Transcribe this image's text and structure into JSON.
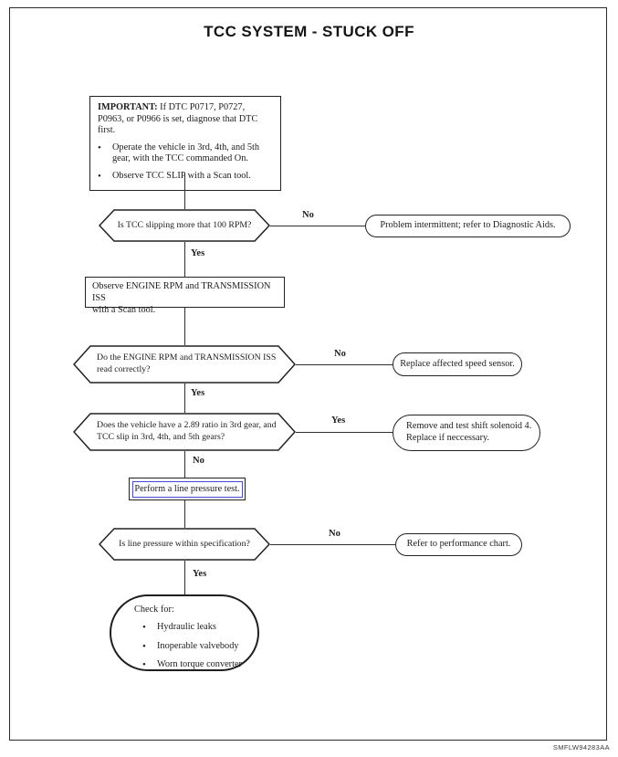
{
  "title": "TCC SYSTEM - STUCK OFF",
  "doc_code": "SMFLW94283AA",
  "labels": {
    "yes": "Yes",
    "no": "No"
  },
  "important": {
    "heading": "IMPORTANT:",
    "text": " If DTC P0717, P0727, P0963, or P0966 is set, diagnose that DTC first.",
    "bullets": [
      "Operate the vehicle in 3rd, 4th, and 5th gear, with the TCC commanded On.",
      "Observe TCC SLIP with a Scan tool."
    ]
  },
  "nodes": {
    "decision_tcc_slip": {
      "line1": "Is TCC slipping more that 100 RPM?"
    },
    "action_intermittent": "Problem intermittent; refer to Diagnostic Aids.",
    "process_observe": {
      "line1": "Observe ENGINE RPM and TRANSMISSION ISS",
      "line2": "with a Scan tool."
    },
    "decision_read_correctly": {
      "line1": "Do the ENGINE RPM and TRANSMISSION ISS",
      "line2": "read correctly?"
    },
    "action_replace_sensor": "Replace affected speed sensor.",
    "decision_ratio": {
      "line1": "Does the vehicle have a 2.89 ratio in 3rd gear, and",
      "line2": "TCC slip in 3rd, 4th, and 5th gears?"
    },
    "action_solenoid": {
      "line1": "Remove and test shift solenoid 4.",
      "line2": "Replace if neccessary."
    },
    "process_line_pressure": "Perform a line pressure test.",
    "decision_line_pressure": {
      "line1": "Is line pressure within specification?"
    },
    "action_performance_chart": "Refer to performance chart.",
    "check_for": {
      "heading": "Check for:",
      "items": [
        "Hydraulic leaks",
        "Inoperable valvebody",
        "Worn torque converter"
      ]
    }
  },
  "colors": {
    "ink": "#1c1c1c",
    "selection_blue": "#4449d0",
    "background": "#ffffff"
  }
}
